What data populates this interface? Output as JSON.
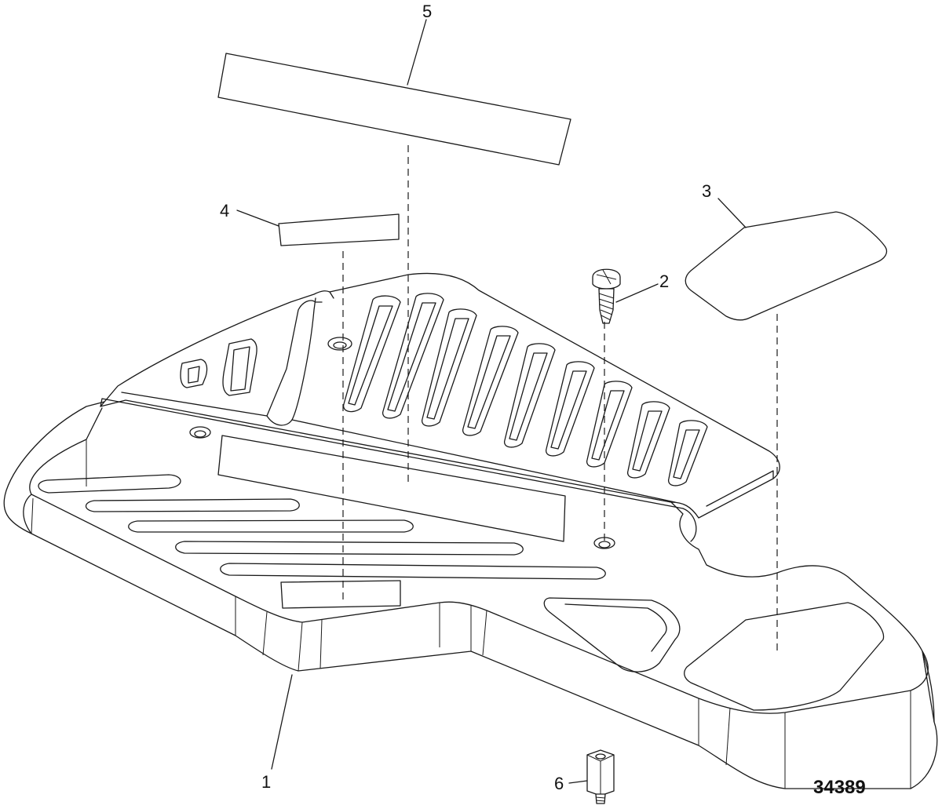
{
  "figure_number": "34389",
  "callouts": [
    {
      "id": "1",
      "label": "1"
    },
    {
      "id": "2",
      "label": "2"
    },
    {
      "id": "3",
      "label": "3"
    },
    {
      "id": "4",
      "label": "4"
    },
    {
      "id": "5",
      "label": "5"
    },
    {
      "id": "6",
      "label": "6"
    }
  ]
}
